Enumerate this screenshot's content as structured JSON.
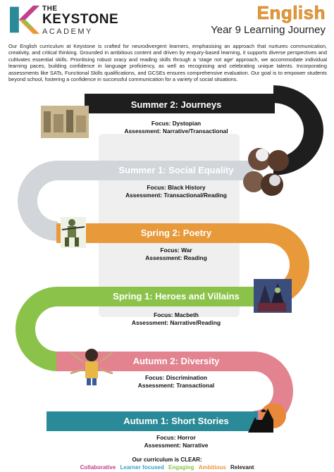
{
  "header": {
    "logo_the": "THE",
    "logo_name": "KEYSTONE",
    "logo_academy": "ACADEMY",
    "subject": "English",
    "journey": "Year 9 Learning Journey"
  },
  "intro": "Our English curriculum at Keystone is crafted for neurodivergent learners, emphasising an approach that nurtures communication, creativity, and critical thinking. Grounded in ambitious content and driven by enquiry-based learning, it supports diverse perspectives and cultivates essential skills. Prioritising robust oracy and reading skills through a 'stage not age' approach, we accommodate individual learning paces, building confidence in language proficiency, as well as recognising and celebrating unique talents. Incorporating assessments like SATs, Functional Skills qualifications, and GCSEs ensures comprehensive evaluation. Our goal is to empower students beyond school, fostering a confidence in successful communication for a variety of social situations.",
  "stages": [
    {
      "title": "Summer 2: Journeys",
      "focus": "Focus: Dystopian",
      "assessment": "Assessment: Narrative/Transactional",
      "color": "#1e1e1e"
    },
    {
      "title": "Summer 1:  Social Equality",
      "focus": "Focus: Black History",
      "assessment": "Assessment: Transactional/Reading",
      "color": "#d2d6da"
    },
    {
      "title": "Spring 2: Poetry",
      "focus": "Focus: War",
      "assessment": "Assessment: Reading",
      "color": "#e8993a"
    },
    {
      "title": "Spring 1: Heroes and Villains",
      "focus": "Focus: Macbeth",
      "assessment": "Assessment: Narrative/Reading",
      "color": "#8bc34a"
    },
    {
      "title": "Autumn 2: Diversity",
      "focus": "Focus: Discrimination",
      "assessment": "Assessment: Transactional",
      "color": "#e2838f"
    },
    {
      "title": "Autumn 1: Short Stories",
      "focus": "Focus: Horror",
      "assessment": "Assessment: Narrative",
      "color": "#2a8a97"
    }
  ],
  "footer": {
    "note": "Our curriculum is CLEAR:",
    "clear": [
      {
        "word": "Collaborative",
        "color": "#c2418c"
      },
      {
        "word": "Learner focused",
        "color": "#3ca3c4"
      },
      {
        "word": "Engaging",
        "color": "#8bc34a"
      },
      {
        "word": "Ambitious",
        "color": "#e8993a"
      },
      {
        "word": "Relevant",
        "color": "#222222"
      }
    ]
  },
  "icons": [
    "keystone-logo-icon",
    "city-ruins-icon",
    "elders-portrait-icon",
    "soldier-icon",
    "witches-icon",
    "student-icon",
    "haunted-house-icon"
  ]
}
